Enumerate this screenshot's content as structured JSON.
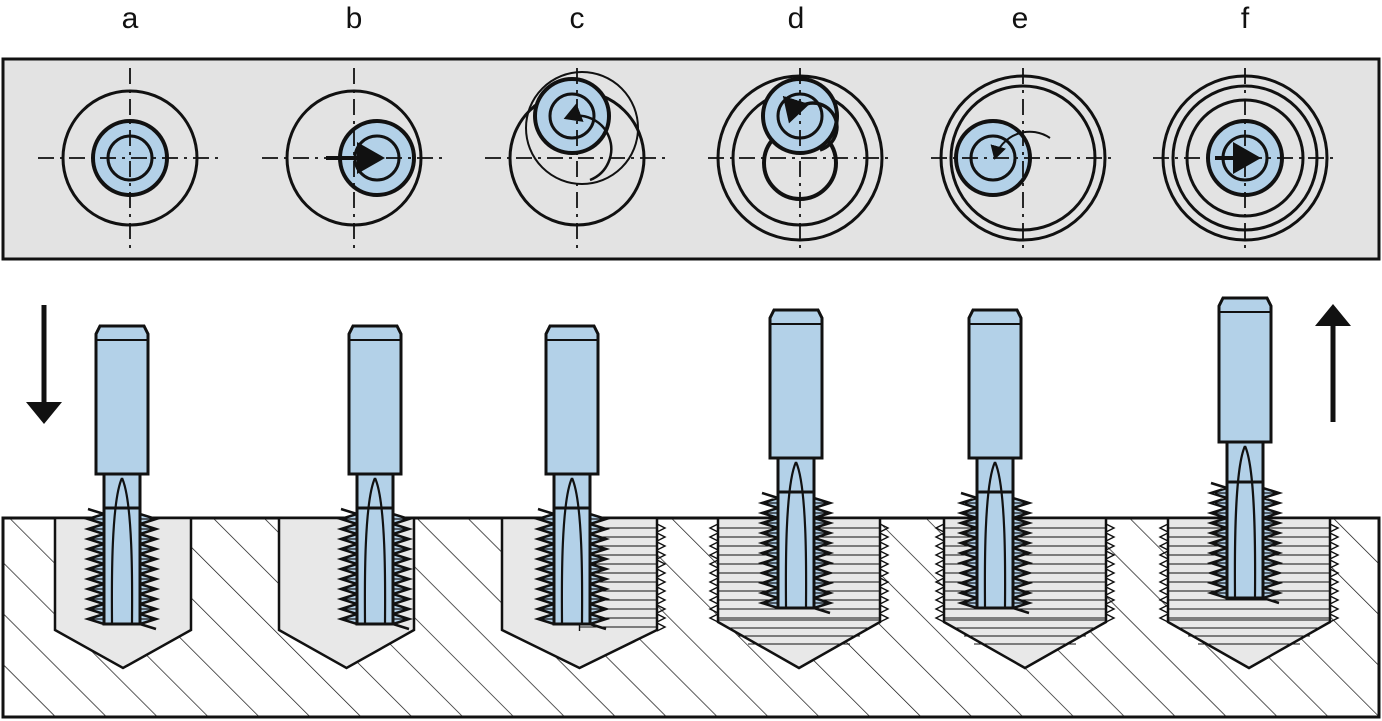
{
  "steps": [
    {
      "label": "a"
    },
    {
      "label": "b"
    },
    {
      "label": "c"
    },
    {
      "label": "d"
    },
    {
      "label": "e"
    },
    {
      "label": "f"
    }
  ],
  "colors": {
    "tool_fill": "#b3d1e8",
    "panel_fill": "#e3e3e3",
    "line": "#111111",
    "hole_fill": "#e8e8e8",
    "background": "#ffffff"
  },
  "icons": {
    "feed_down": "arrow-down-icon",
    "retract_up": "arrow-up-icon"
  }
}
